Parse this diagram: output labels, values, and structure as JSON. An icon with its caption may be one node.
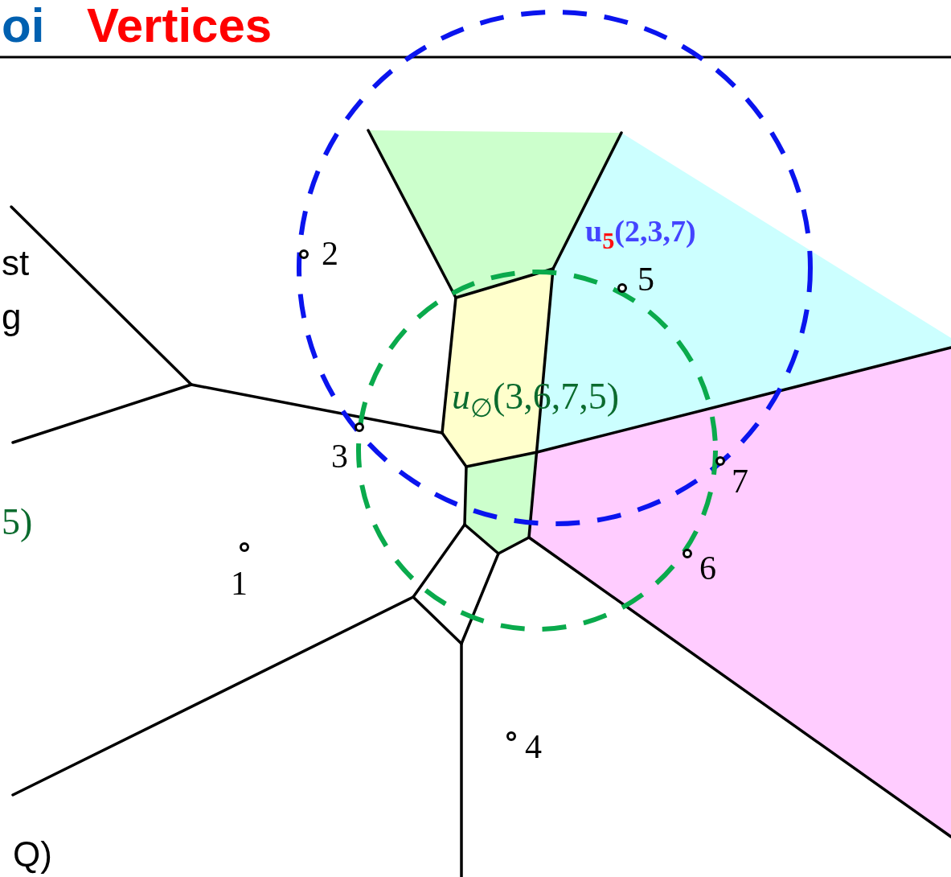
{
  "diagram": {
    "labels": [
      "oi",
      "Vertices",
      "st",
      "g",
      "2",
      "u$_{5}$(2,3,7)",
      "5",
      "*u*$_{∅}$(3,6,7,5)",
      "3",
      "7",
      "5)",
      "1",
      "6",
      "4",
      "Q)"
    ]
  }
}
